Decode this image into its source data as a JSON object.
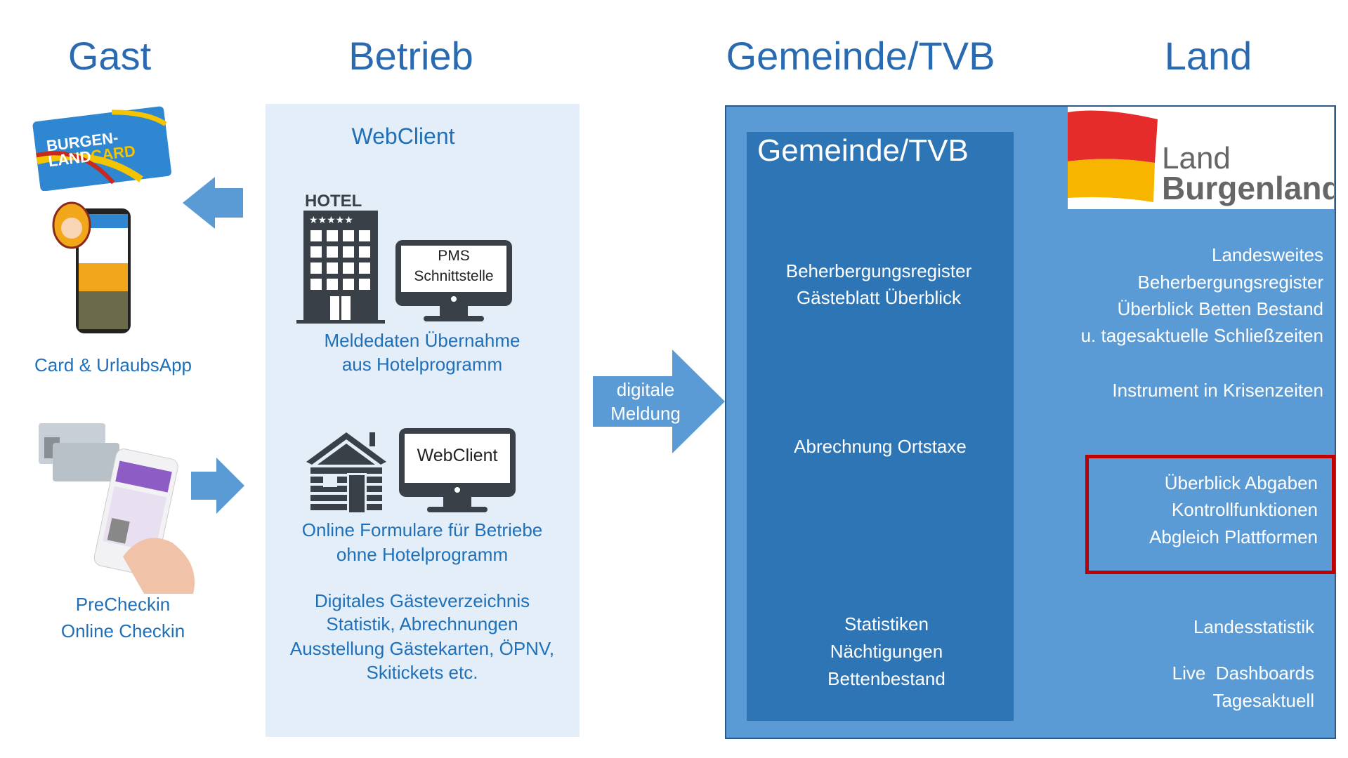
{
  "columns": {
    "gast": "Gast",
    "betrieb": "Betrieb",
    "gemeinde": "Gemeinde/TVB",
    "land": "Land"
  },
  "gast": {
    "card_label": "Card & UrlaubsApp",
    "card_logo_text": "BURGENLAND CARD",
    "checkin_lines": [
      "PreCheckin",
      "Online Checkin"
    ]
  },
  "betrieb": {
    "webclient_title": "WebClient",
    "hotel_sign": "HOTEL",
    "pms_lines": [
      "PMS",
      "Schnittstelle"
    ],
    "meldedaten_lines": [
      "Meldedaten Übernahme",
      "aus Hotelprogramm"
    ],
    "monitor2_label": "WebClient",
    "formulare_lines": [
      "Online Formulare für Betriebe",
      "ohne Hotelprogramm"
    ],
    "features_lines": [
      "Digitales Gästeverzeichnis",
      "Statistik, Abrechnungen",
      "Ausstellung Gästekarten, ÖPNV,",
      "Skitickets etc."
    ]
  },
  "arrow": {
    "lines": [
      "digitale",
      "Meldung"
    ]
  },
  "gemeinde": {
    "title": "Gemeinde/TVB",
    "register_lines": [
      "Beherbergungsregister",
      "Gästeblatt Überblick"
    ],
    "ortstaxe": "Abrechnung Ortstaxe",
    "stats_lines": [
      "Statistiken",
      "Nächtigungen",
      "Bettenbestand"
    ]
  },
  "land": {
    "logo_text": [
      "Land",
      "Burgenland"
    ],
    "register_lines": [
      "Landesweites",
      "Beherbergungsregister",
      "Überblick Betten Bestand",
      "u. tagesaktuelle Schließzeiten"
    ],
    "krisen": "Instrument in Krisenzeiten",
    "highlight_lines": [
      "Überblick Abgaben",
      "Kontrollfunktionen",
      "Abgleich Plattformen"
    ],
    "landesstatistik": "Landesstatistik",
    "dashboard_lines": [
      "Live  Dashboards",
      "Tagesaktuell"
    ]
  },
  "colors": {
    "accent": "#5b9bd5",
    "dark_blue": "#2e75b6",
    "text_blue": "#1f70b8",
    "highlight": "#c00000",
    "panel": "#e4eef8",
    "icon": "#3a4048"
  }
}
